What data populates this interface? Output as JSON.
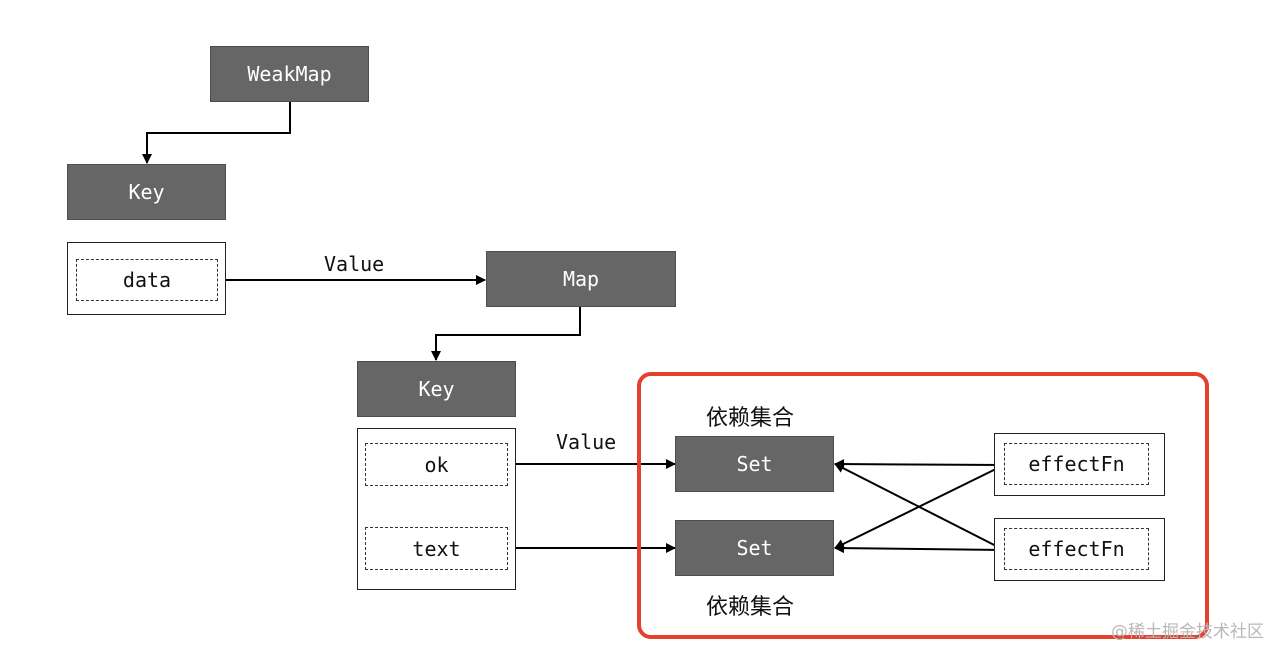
{
  "weakmap": {
    "label": "WeakMap"
  },
  "outer": {
    "key_label": "Key",
    "entry": "data",
    "value_label": "Value"
  },
  "map": {
    "label": "Map"
  },
  "inner": {
    "key_label": "Key",
    "entries": [
      "ok",
      "text"
    ],
    "value_label": "Value"
  },
  "deps": {
    "caption_top": "依赖集合",
    "caption_bottom": "依赖集合",
    "sets": [
      "Set",
      "Set"
    ],
    "effects": [
      "effectFn",
      "effectFn"
    ],
    "frame_color": "#e5402d"
  },
  "watermark": "@稀土掘金技术社区"
}
